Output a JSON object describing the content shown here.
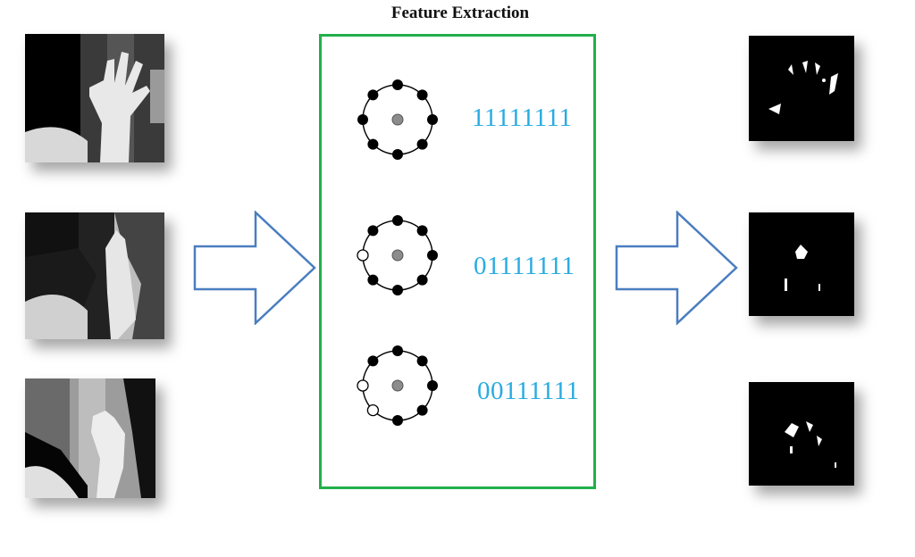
{
  "title": "Feature Extraction",
  "codes": [
    {
      "bits": "11111111",
      "open_nodes": 0
    },
    {
      "bits": "01111111",
      "open_nodes": 1
    },
    {
      "bits": "00111111",
      "open_nodes": 2
    }
  ],
  "colors": {
    "box_border": "#22b04b",
    "code_text": "#29abe2",
    "arrow_stroke": "#4a7ebf",
    "center_node": "#8c8c8c"
  },
  "icons": {
    "arrow": "right-arrow-outline-icon",
    "pattern": "lbp-circle-pattern-icon"
  }
}
